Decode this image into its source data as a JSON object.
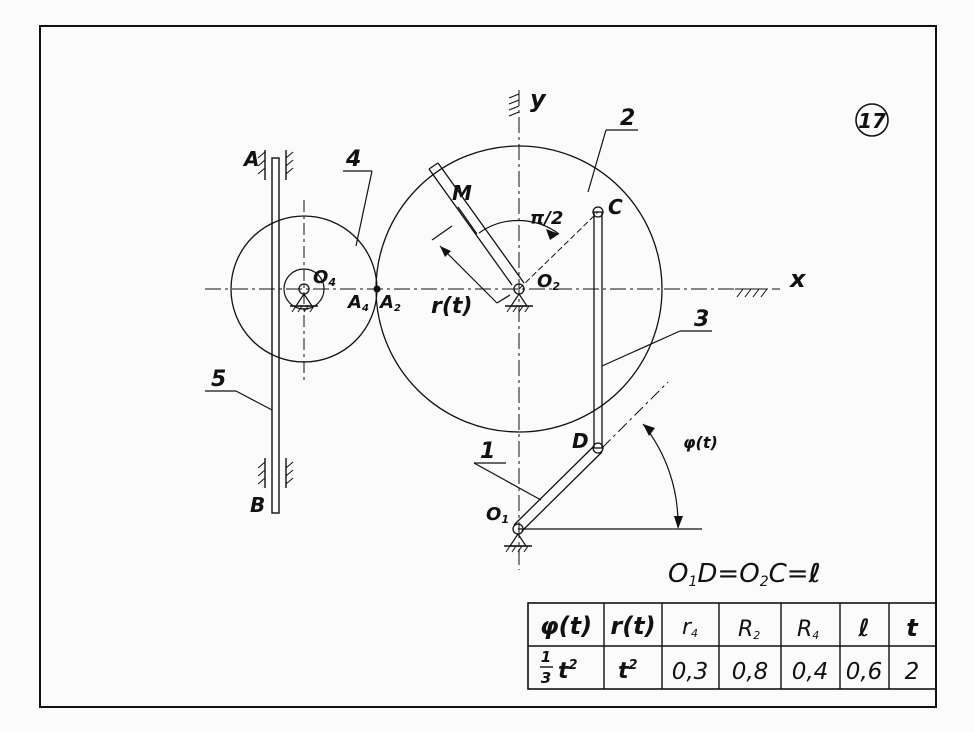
{
  "figure_number": "17",
  "axes": {
    "x": "x",
    "y": "y"
  },
  "points": {
    "A": "A",
    "B": "B",
    "M": "M",
    "C": "C",
    "D": "D",
    "O1_main": "O",
    "O1_sub": "1",
    "O2_main": "O",
    "O2_sub": "2",
    "O4_main": "O",
    "O4_sub": "4",
    "A4_main": "A",
    "A4_sub": "4",
    "A2_main": "A",
    "A2_sub": "2"
  },
  "bodies": {
    "b1": "1",
    "b2": "2",
    "b3": "3",
    "b4": "4",
    "b5": "5"
  },
  "angle_label": "π/2",
  "phi_label": "φ(t)",
  "r_label": "r(t)",
  "equation": {
    "o1": "O",
    "s1": "1",
    "d": "D",
    "eq1": "=",
    "o2": "O",
    "s2": "2",
    "c": "C",
    "eq2": "=",
    "l": "ℓ"
  },
  "table": {
    "headers": {
      "phi": "φ(t)",
      "r": "r(t)",
      "r4_main": "r",
      "r4_sub": "4",
      "R2_main": "R",
      "R2_sub": "2",
      "R4_main": "R",
      "R4_sub": "4",
      "l": "ℓ",
      "t": "t"
    },
    "values": {
      "phi_num": "1",
      "phi_den": "3",
      "phi_var": "t",
      "phi_exp": "2",
      "r_var": "t",
      "r_exp": "2",
      "r4": "0,3",
      "R2": "0,8",
      "R4": "0,4",
      "l": "0,6",
      "t": "2"
    }
  }
}
